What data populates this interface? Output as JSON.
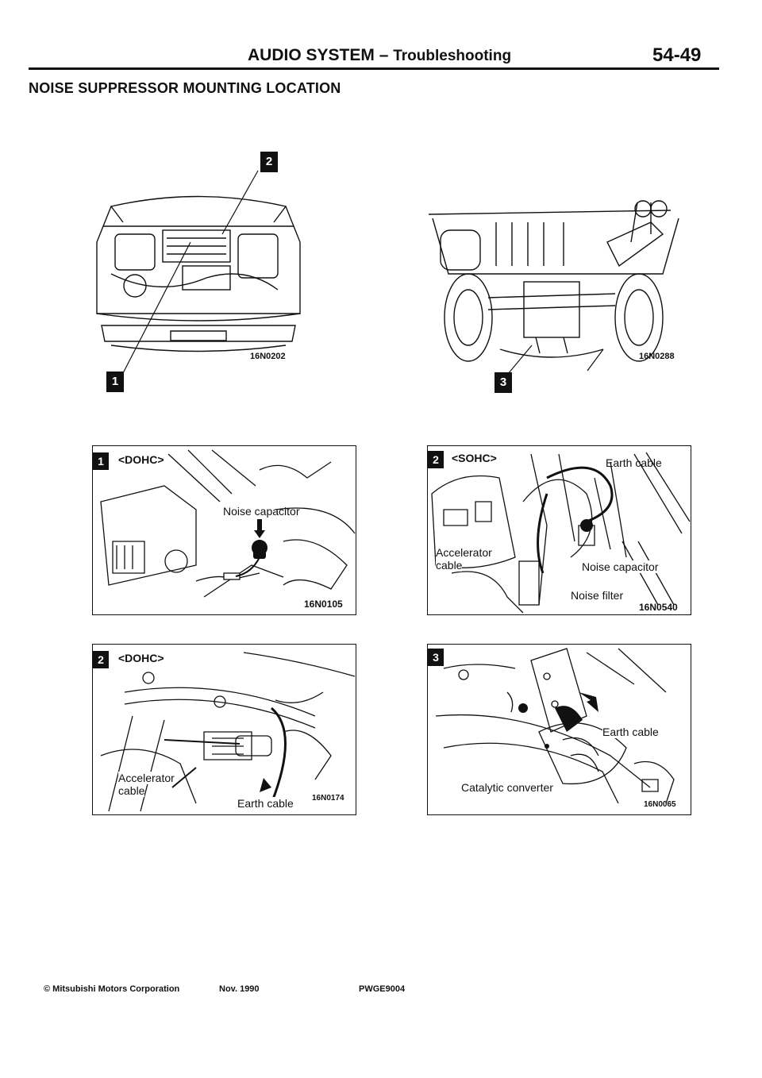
{
  "header": {
    "title": "AUDIO SYSTEM",
    "dash": "–",
    "subtitle": "Troubleshooting",
    "page_number": "54-49"
  },
  "section_title": "NOISE SUPPRESSOR MOUNTING LOCATION",
  "overview": {
    "engine_bay": {
      "code": "16N0202",
      "callouts": [
        "2",
        "1"
      ]
    },
    "underbody": {
      "code": "16N0288",
      "callouts": [
        "3"
      ]
    }
  },
  "panels": [
    {
      "number": "1",
      "variant": "<DOHC>",
      "labels": [
        "Noise capacitor"
      ],
      "code": "16N0105"
    },
    {
      "number": "2",
      "variant": "<SOHC>",
      "labels": [
        "Earth cable",
        "Accelerator",
        "cable",
        "Noise capacitor",
        "Noise filter"
      ],
      "code": "16N0540"
    },
    {
      "number": "2",
      "variant": "<DOHC>",
      "labels": [
        "Accelerator",
        "cable",
        "Earth cable"
      ],
      "code": "16N0174"
    },
    {
      "number": "3",
      "variant": "",
      "labels": [
        "Earth cable",
        "Catalytic converter"
      ],
      "code": "16N0065"
    }
  ],
  "footer": {
    "copyright": "© Mitsubishi Motors Corporation",
    "date": "Nov. 1990",
    "doc_code": "PWGE9004"
  }
}
